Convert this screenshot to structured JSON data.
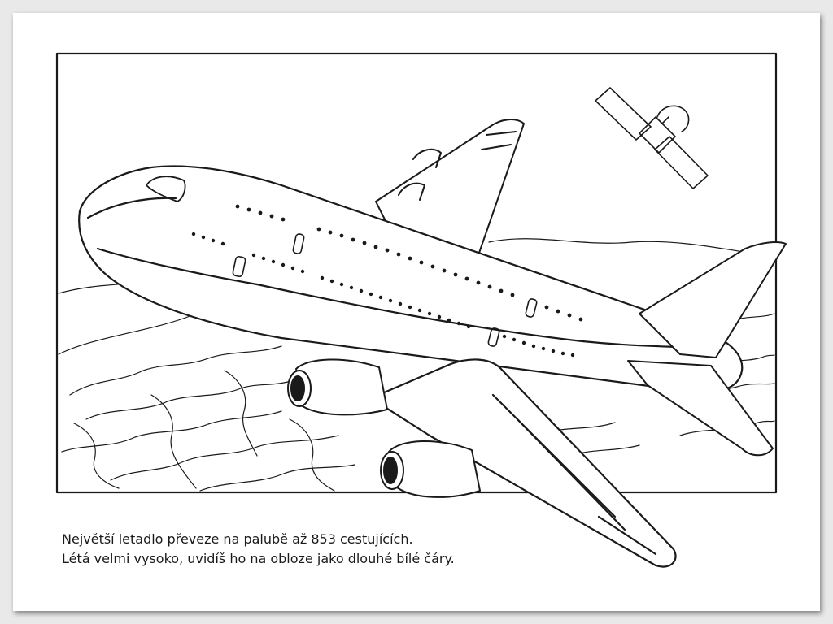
{
  "page": {
    "caption_line1": "Největší letadlo převeze na palubě až 853 cestujících.",
    "caption_line2": "Létá velmi vysoko, uvidíš ho na obloze jako dlouhé bílé čáry."
  },
  "illustration": {
    "subject": "airliner",
    "extra": [
      "satellite",
      "landscape-with-rivers",
      "cloud-horizon"
    ],
    "line_color": "#1a1a1a"
  }
}
